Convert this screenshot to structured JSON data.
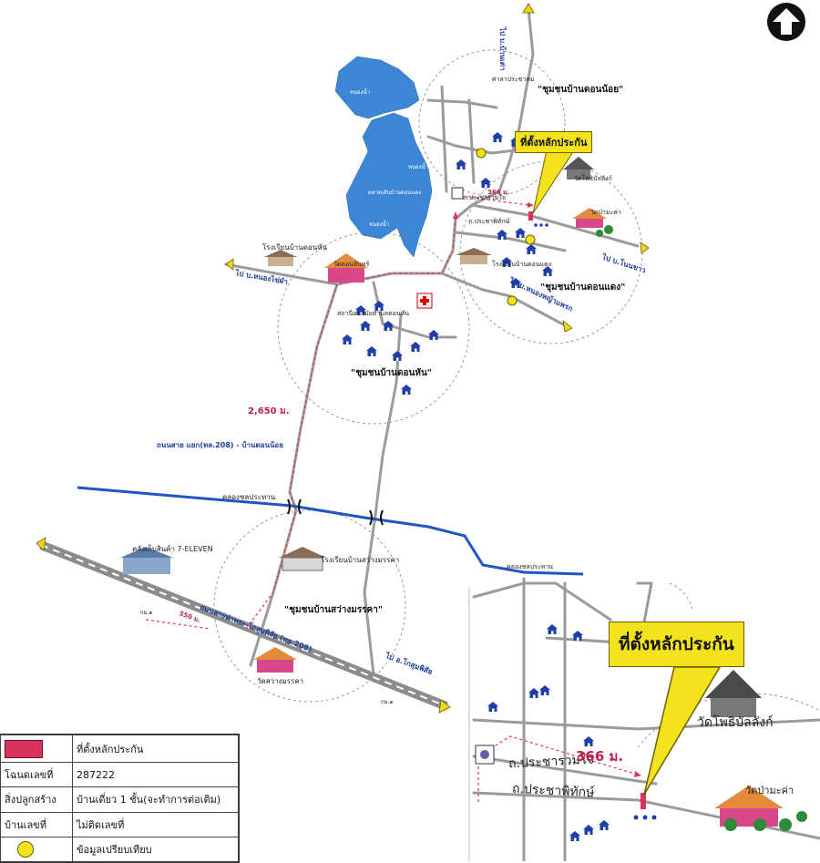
{
  "callouts": {
    "small": "ที่ตั้งหลักประกัน",
    "large": "ที่ตั้งหลักประกัน"
  },
  "communities": {
    "don_noi": "\"ชุมชนบ้านดอนน้อย\"",
    "don_daeng": "\"ชุมชนบ้านดอนแดง\"",
    "don_han": "\"ชุมชนบ้านดอนหัน\"",
    "sawang_mak": "\"ชุมชนบ้านสว่างมรรคา\""
  },
  "places": {
    "sala": "ศาลาประชาคม",
    "wat_pho": "วัดโพธิบัลลังก์",
    "wat_pa_makha": "วัดป่ามะค่า",
    "school_don_han": "โรงเรียนบ้านดอนหัน",
    "wat_don_chan": "วัดดอนจันทร์",
    "health_station": "สถานีอนามัยตำบลดอนหัน",
    "school_don_daeng": "โรงเรียนบ้านดอนแดง",
    "school_sawang": "โรงเรียนบ้านสว่างมรรคา",
    "wat_sawang": "วัดสว่างมรรคา",
    "warehouse": "คลังเก็บสินค้า 7-ELEVEN",
    "pond1": "หนองน้ำ",
    "pond2": "หนองน้ำ",
    "pond3": "หนองน้ำ",
    "market": "ตลาดเส้นบ้านดอนแดง",
    "km_left": "กม.๑",
    "km_right": "กม.๑"
  },
  "roads": {
    "to_ban_tao": "ไป บ.บ้านเต่า",
    "to_nong_khai": "ไป บ.หนองไข่ผำ",
    "to_nong_san": "ไป บ.หนองหญ้าแพรก",
    "to_nong_khon": "ไป บ.โนนขาว",
    "pracharom_small": "ถ.ประชารวมใจ",
    "prachaphithak_small": "ถ.ประชาพิทักษ์",
    "branch_road": "ถนนสาย แยก(ทล.208) - บ้านดอนน้อย",
    "canal1": "คลองชลประทาน",
    "canal2": "คลองชลประทาน",
    "highway": "ถนนสายท่าพระ-โกสุมพิสัย (ทล.208)",
    "to_kosum": "ไป อ.โกสุมพิสัย",
    "pracharom_large": "ถ.ประชารวมใจ",
    "prachaphithak_large": "ถ.ประชาพิทักษ์"
  },
  "distances": {
    "d366_small": "366 ม.",
    "d2650": "2,650 ม.",
    "d550": "550 ม.",
    "d366_large": "366 ม."
  },
  "large_places": {
    "wat_pho": "วัดโพธิบัลลังก์",
    "wat_pa_makha": "วัดป่ามะค่า"
  },
  "legend": {
    "rows": [
      {
        "key": "",
        "value": "ที่ตั้งหลักประกัน"
      },
      {
        "key": "โฉนดเลขที่",
        "value": "287222"
      },
      {
        "key": "สิ่งปลูกสร้าง",
        "value": "บ้านเดี่ยว 1 ชั้น(จะทำการต่อเติม)"
      },
      {
        "key": "บ้านเลขที่",
        "value": "ไม่ติดเลขที่"
      },
      {
        "key": "",
        "value": "ข้อมูลเปรียบเทียบ"
      }
    ]
  },
  "colors": {
    "water": "#3d86d6",
    "road": "#9a9a9a",
    "canal": "#1f56c4",
    "callout": "#f3e31d",
    "route": "#e23355",
    "collateral": "#d8335a",
    "comparison": "#f3e31d"
  },
  "icons": {
    "north": "north-arrow-icon",
    "house": "house-icon",
    "temple": "temple-icon",
    "school": "school-icon",
    "hospital": "red-cross-icon"
  }
}
